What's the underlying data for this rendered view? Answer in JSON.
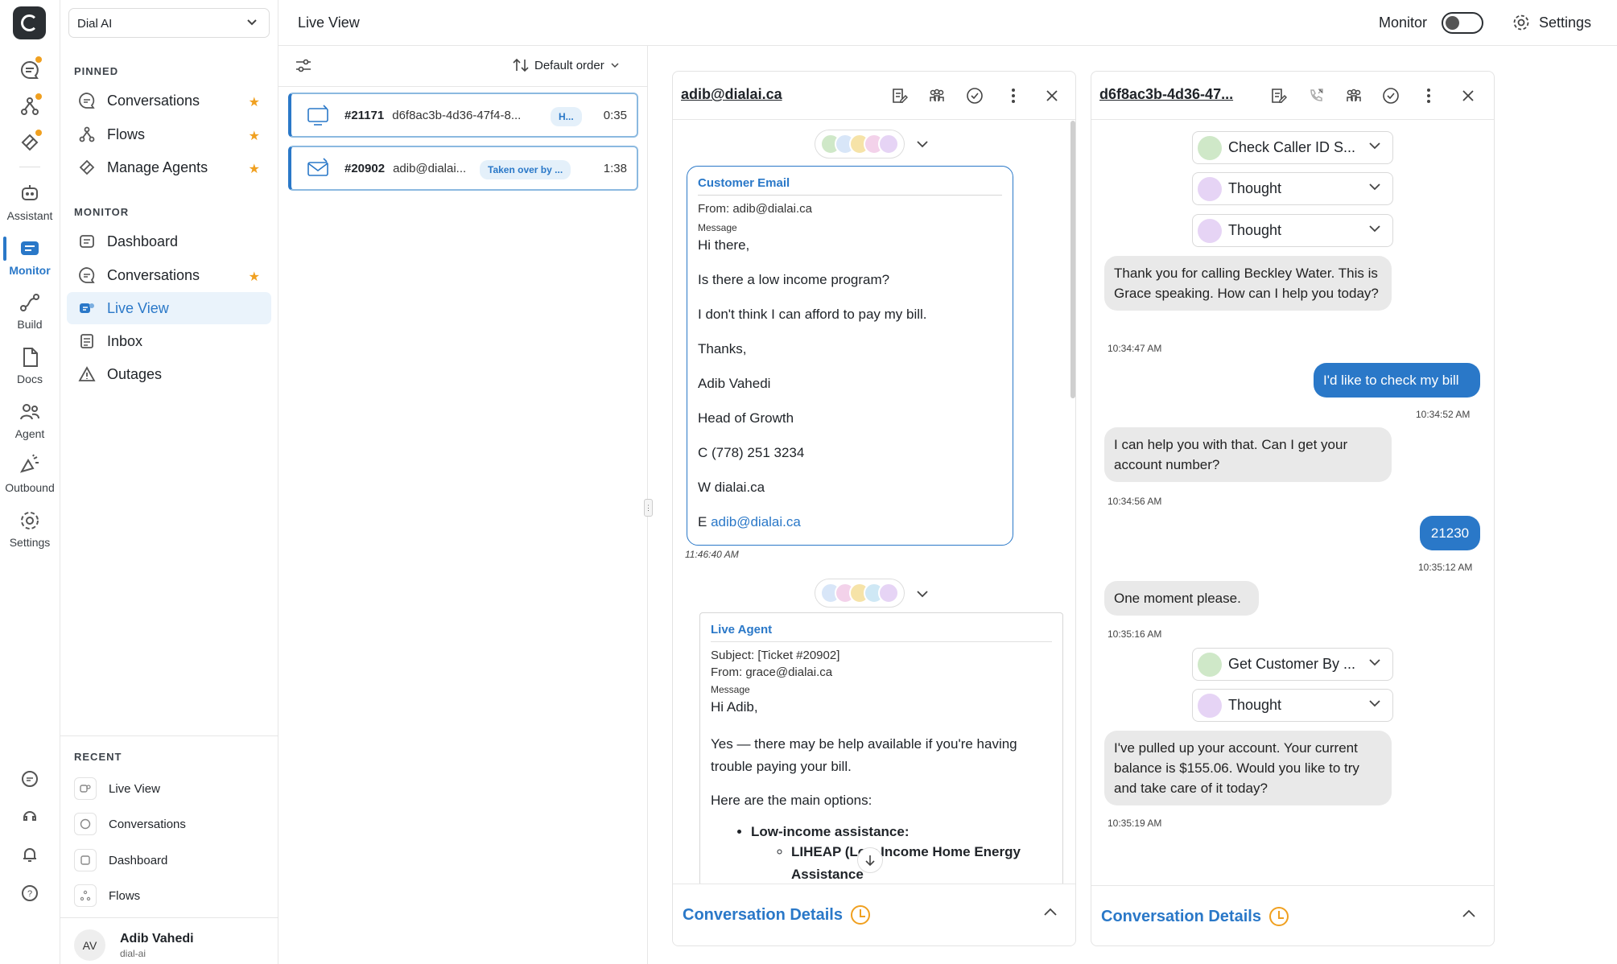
{
  "workspace": "Dial AI",
  "rail": {
    "items": [
      {
        "label": "Assistant"
      },
      {
        "label": "Monitor"
      },
      {
        "label": "Build"
      },
      {
        "label": "Docs"
      },
      {
        "label": "Agent"
      },
      {
        "label": "Outbound"
      },
      {
        "label": "Settings"
      }
    ]
  },
  "sidebar": {
    "pinned_header": "PINNED",
    "pinned": [
      {
        "label": "Conversations",
        "icon": "chat-icon"
      },
      {
        "label": "Flows",
        "icon": "flows-icon"
      },
      {
        "label": "Manage Agents",
        "icon": "agents-icon"
      }
    ],
    "monitor_header": "MONITOR",
    "monitor": [
      {
        "label": "Dashboard"
      },
      {
        "label": "Conversations"
      },
      {
        "label": "Live View"
      },
      {
        "label": "Inbox"
      },
      {
        "label": "Outages"
      }
    ],
    "recent_header": "RECENT",
    "recent": [
      {
        "label": "Live View"
      },
      {
        "label": "Conversations"
      },
      {
        "label": "Dashboard"
      },
      {
        "label": "Flows"
      }
    ],
    "user": {
      "initials": "AV",
      "name": "Adib Vahedi",
      "sub": "dial-ai"
    }
  },
  "header": {
    "title": "Live View",
    "monitor_label": "Monitor",
    "monitor_on": false,
    "settings_label": "Settings"
  },
  "list": {
    "order_label": "Default order",
    "items": [
      {
        "id": "#21171",
        "sub": "d6f8ac3b-4d36-47f4-8...",
        "chip": "H...",
        "time": "0:35",
        "channel": "voice"
      },
      {
        "id": "#20902",
        "sub": "adib@dialai...",
        "chip": "Taken over by ...",
        "time": "1:38",
        "channel": "email"
      }
    ]
  },
  "email_panel": {
    "title": "adib@dialai.ca",
    "customer": {
      "label": "Customer Email",
      "from": "From: adib@dialai.ca",
      "message_label": "Message",
      "lines": [
        "Hi there,",
        "Is there a low income program?",
        "I don't think I can afford to pay my bill.",
        "Thanks,",
        "Adib Vahedi",
        "Head of Growth",
        "C (778) 251 3234",
        "W dialai.ca"
      ],
      "email_prefix": "E ",
      "email_link": "adib@dialai.ca",
      "time": "11:46:40 AM"
    },
    "agent": {
      "label": "Live Agent",
      "subject": "Subject: [Ticket #20902]",
      "from": "From: grace@dialai.ca",
      "message_label": "Message",
      "greeting": "Hi Adib,",
      "p1": "Yes — there may be help available if you're having trouble paying your bill.",
      "p2": "Here are the main options:",
      "bullet1": "Low-income assistance:",
      "sub1": "LIHEAP (Low Income Home Energy Assistance"
    },
    "footer": "Conversation Details"
  },
  "chat_panel": {
    "title": "d6f8ac3b-4d36-47...",
    "tools_top": [
      "Check Caller ID S...",
      "Thought",
      "Thought"
    ],
    "messages": [
      {
        "role": "in",
        "text": "Thank you for calling Beckley Water. This is Grace speaking. How can I help you today?",
        "time": "10:34:47 AM"
      },
      {
        "role": "out",
        "text": "I'd like to check my bill",
        "time": "10:34:52 AM"
      },
      {
        "role": "in",
        "text": "I can help you with that. Can I get your account number?",
        "time": "10:34:56 AM"
      },
      {
        "role": "out",
        "text": "21230",
        "time": "10:35:12 AM"
      },
      {
        "role": "in",
        "text": "One moment please.",
        "time": "10:35:16 AM"
      },
      {
        "role": "in",
        "text": "I've pulled up your account. Your current balance is $155.06. Would you like to try and take care of it today?",
        "time": "10:35:19 AM"
      }
    ],
    "tools_mid": [
      "Get Customer By ...",
      "Thought"
    ],
    "footer": "Conversation Details"
  },
  "colors": {
    "accent": "#2a78c8",
    "star": "#f0a020"
  }
}
